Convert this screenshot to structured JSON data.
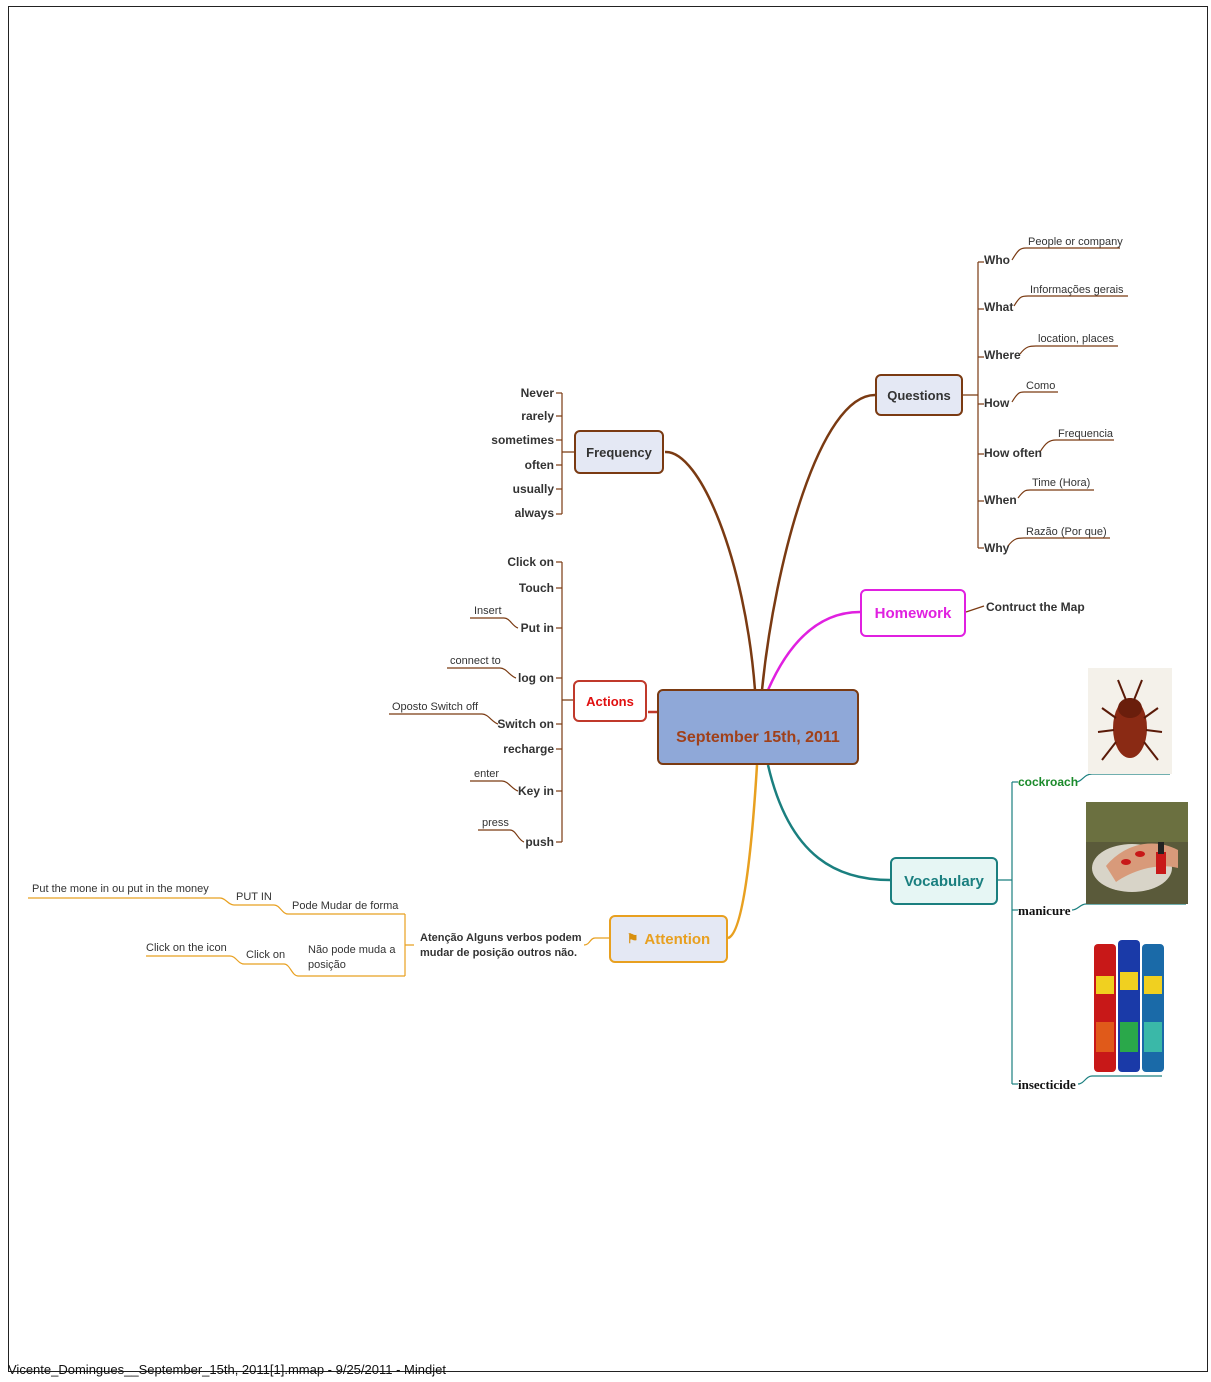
{
  "central": "September 15th, 2011",
  "questions": {
    "label": "Questions",
    "items": [
      {
        "word": "Who",
        "note": "People or company"
      },
      {
        "word": "What",
        "note": "Informações gerais"
      },
      {
        "word": "Where",
        "note": "location, places"
      },
      {
        "word": "How",
        "note": "Como"
      },
      {
        "word": "How often",
        "note": "Frequencia"
      },
      {
        "word": "When",
        "note": "Time (Hora)"
      },
      {
        "word": "Why",
        "note": "Razão (Por que)"
      }
    ]
  },
  "frequency": {
    "label": "Frequency",
    "items": [
      "Never",
      "rarely",
      "sometimes",
      "often",
      "usually",
      "always"
    ]
  },
  "homework": {
    "label": "Homework",
    "note": "Contruct the Map"
  },
  "actions": {
    "label": "Actions",
    "items": [
      "Click on",
      "Touch",
      "Put in",
      "log on",
      "Switch on",
      "recharge",
      "Key in",
      "push"
    ],
    "notes": {
      "put_in": "Insert",
      "log_on": "connect to",
      "switch_on": "Oposto Switch off",
      "key_in": "enter",
      "push": "press"
    }
  },
  "vocabulary": {
    "label": "Vocabulary",
    "items": [
      "cockroach",
      "manicure",
      "insecticide"
    ]
  },
  "attention": {
    "label": "Attention",
    "note": "Atenção Alguns verbos podem mudar de posição outros não.",
    "branch1": "Pode Mudar de forma",
    "branch1_sub": "PUT IN",
    "branch1_leaf": "Put the mone in ou put in the money",
    "branch2": "Não pode muda a posição",
    "branch2_sub": "Click on",
    "branch2_leaf": "Click on the icon"
  },
  "footer": "Vicente_Domingues__September_15th, 2011[1].mmap - 9/25/2011 - Mindjet",
  "colors": {
    "questions": "#7a3a12",
    "homework": "#e020e0",
    "actions": "#c0392b",
    "vocabulary": "#1a7f7f",
    "attention": "#e8a020",
    "central_fill": "#8fa8d8",
    "central_text": "#a0401a"
  }
}
